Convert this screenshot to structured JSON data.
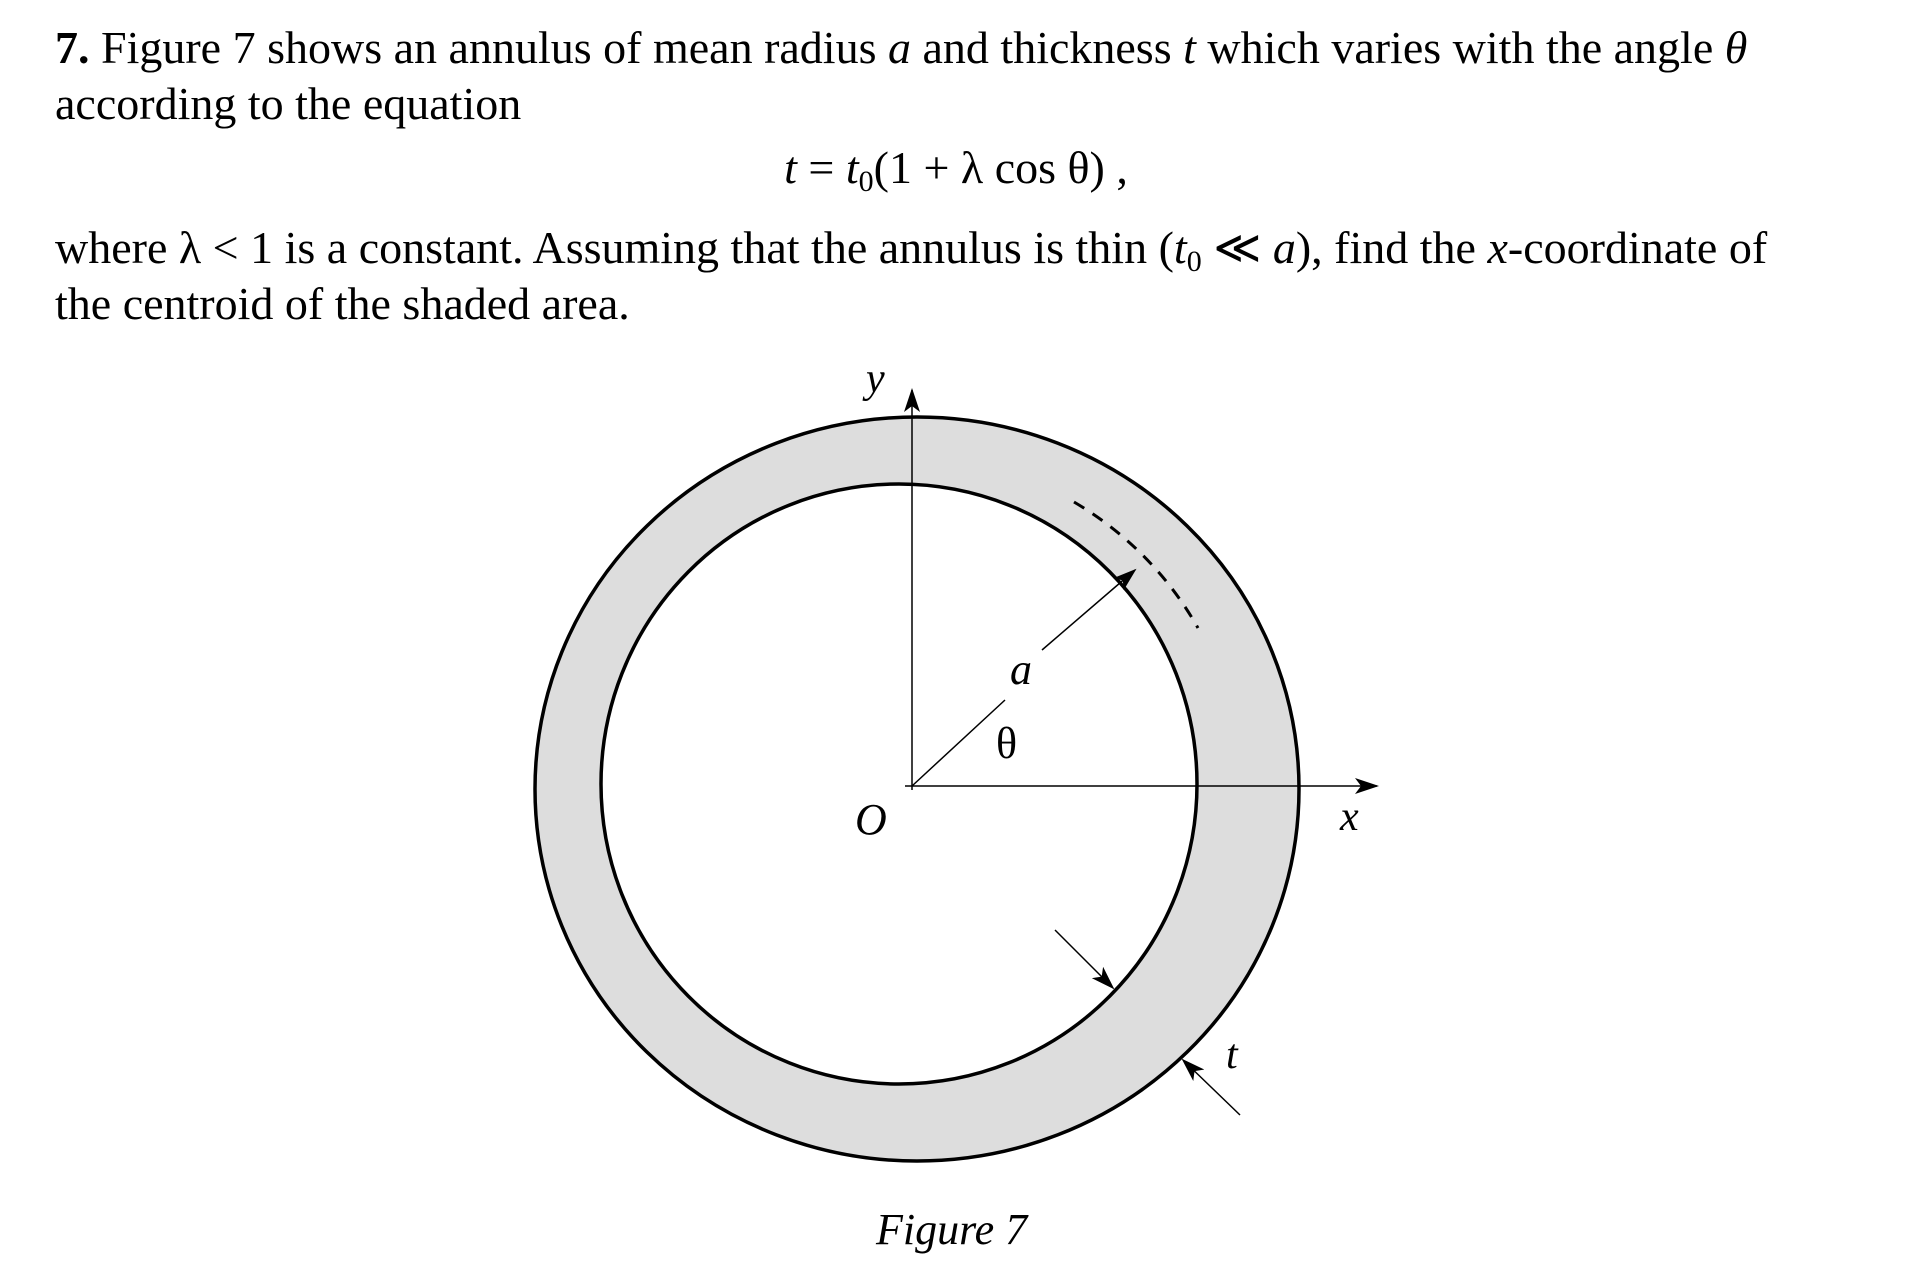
{
  "problem": {
    "number": "7.",
    "line1_a": "Figure 7 shows an annulus of mean radius ",
    "var_a": "a",
    "line1_b": " and thickness ",
    "var_t": "t",
    "line1_c": " which varies with the angle ",
    "var_theta": "θ",
    "line2": "according to the equation",
    "equation": {
      "lhs": "t",
      "eq": " = ",
      "t0": "t",
      "t0_sub": "0",
      "rhs": "(1 + λ cos θ) ,"
    },
    "line3_a": "where λ < 1 is a constant. Assuming that the annulus is thin (",
    "line3_t": "t",
    "line3_sub": "0",
    "line3_b": " ≪ ",
    "line3_a_var": "a",
    "line3_c": "), find the ",
    "line3_x": "x",
    "line3_d": "-coordinate of",
    "line4": "the centroid of the shaded area."
  },
  "figure": {
    "y_axis_label": "y",
    "x_axis_label": "x",
    "origin_label": "O",
    "radius_label": "a",
    "angle_label": "θ",
    "thickness_label": "t",
    "caption": "Figure 7",
    "shade_color": "#dddddd",
    "line_color": "#000000"
  }
}
